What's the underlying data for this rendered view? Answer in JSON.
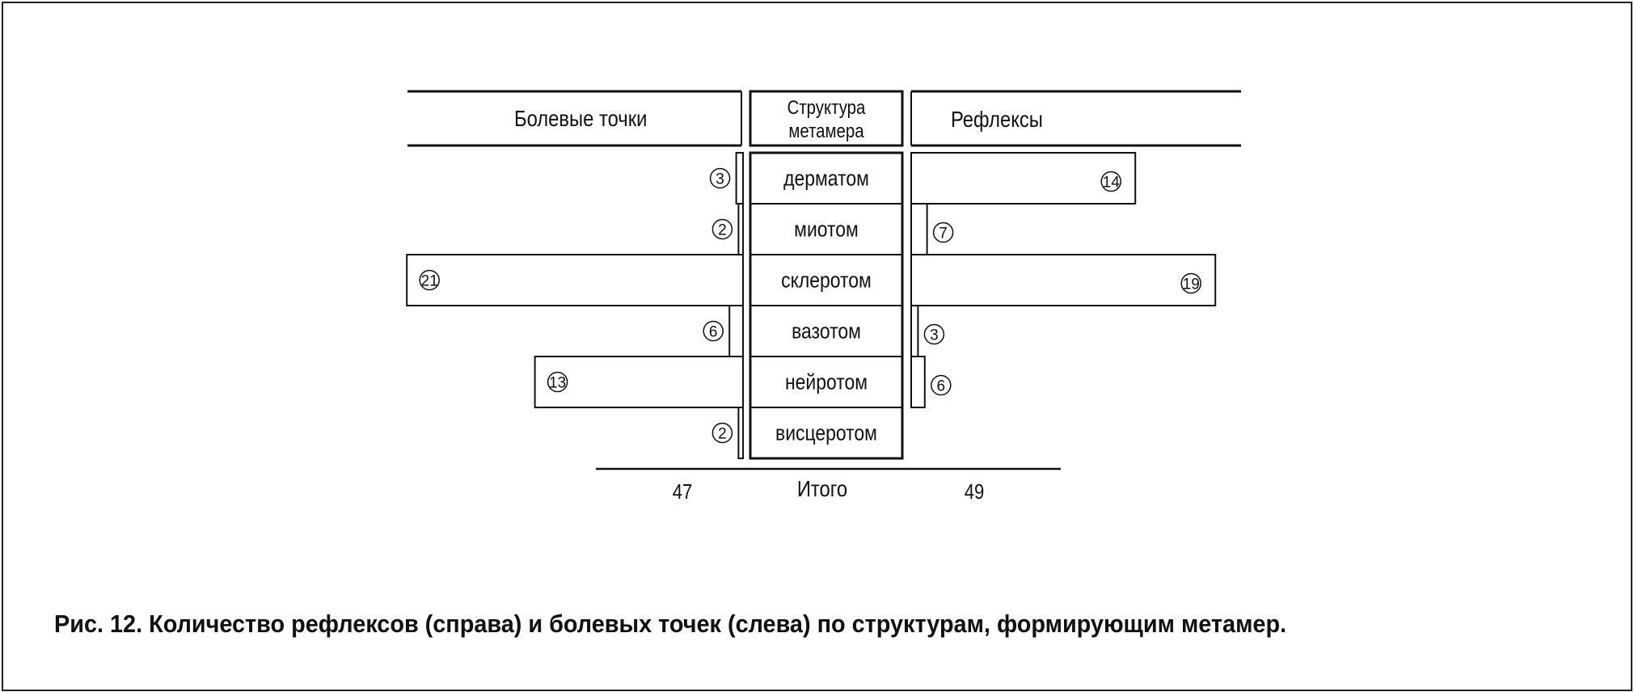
{
  "chart_data": {
    "type": "bar",
    "orientation": "horizontal-butterfly",
    "center_header": [
      "Структура",
      "метамера"
    ],
    "left_header": "Болевые точки",
    "right_header": "Рефлексы",
    "categories": [
      "дерматом",
      "миотом",
      "склеротом",
      "вазотом",
      "нейротом",
      "висцеротом"
    ],
    "series": [
      {
        "name": "Болевые точки",
        "side": "left",
        "values": [
          3,
          2,
          21,
          6,
          13,
          2
        ]
      },
      {
        "name": "Рефлексы",
        "side": "right",
        "values": [
          14,
          7,
          19,
          3,
          6,
          null
        ]
      }
    ],
    "totals": {
      "label": "Итого",
      "left": "47",
      "right": "49"
    },
    "value_labels": {
      "left": [
        "③",
        "②",
        "㉑",
        "⑥",
        "⑬",
        "②"
      ],
      "right": [
        "⑭",
        "⑦",
        "⑲",
        "③",
        "⑥",
        ""
      ]
    }
  },
  "caption": "Рис. 12. Количество рефлексов (справа) и болевых точек (слева) по структурам, формирующим метамер."
}
